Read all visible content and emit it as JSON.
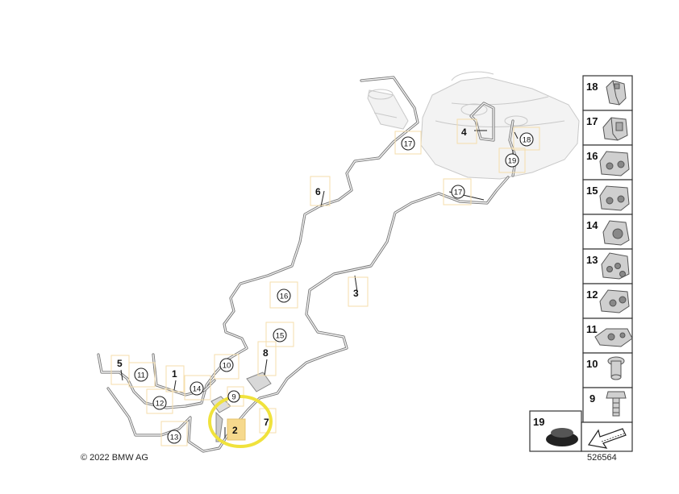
{
  "diagram": {
    "copyright": "© 2022 BMW AG",
    "image_number": "526564",
    "callouts": [
      {
        "text": "6",
        "style": "plain"
      },
      {
        "text": "4",
        "style": "plain"
      },
      {
        "text": "3",
        "style": "plain"
      },
      {
        "text": "8",
        "style": "plain"
      },
      {
        "text": "5",
        "style": "plain"
      },
      {
        "text": "1",
        "style": "plain"
      },
      {
        "text": "7",
        "style": "plain"
      },
      {
        "text": "2",
        "style": "highlighted"
      },
      {
        "text": "17",
        "style": "circled"
      },
      {
        "text": "18",
        "style": "circled"
      },
      {
        "text": "19",
        "style": "circled"
      },
      {
        "text": "17",
        "style": "circled"
      },
      {
        "text": "16",
        "style": "circled"
      },
      {
        "text": "15",
        "style": "circled"
      },
      {
        "text": "10",
        "style": "circled"
      },
      {
        "text": "11",
        "style": "circled"
      },
      {
        "text": "14",
        "style": "circled"
      },
      {
        "text": "12",
        "style": "circled"
      },
      {
        "text": "13",
        "style": "circled"
      },
      {
        "text": "9",
        "style": "circled"
      }
    ],
    "parts_panel": [
      {
        "number": "18",
        "icon": "bracket-clip-icon"
      },
      {
        "number": "17",
        "icon": "pipe-holder-icon"
      },
      {
        "number": "16",
        "icon": "double-pipe-clip-icon"
      },
      {
        "number": "15",
        "icon": "double-pipe-clip-icon"
      },
      {
        "number": "14",
        "icon": "single-pipe-clip-icon"
      },
      {
        "number": "13",
        "icon": "multi-pipe-clip-icon"
      },
      {
        "number": "12",
        "icon": "pipe-clip-icon"
      },
      {
        "number": "11",
        "icon": "pipe-clip-with-bracket-icon"
      },
      {
        "number": "10",
        "icon": "grommet-nut-icon"
      },
      {
        "number": "9",
        "icon": "hex-bolt-icon"
      },
      {
        "number": "19",
        "icon": "rubber-plug-icon"
      }
    ],
    "colors": {
      "highlight": "#f0e23c",
      "tag_fill": "#f6d98d",
      "pipe": "#777777"
    }
  }
}
